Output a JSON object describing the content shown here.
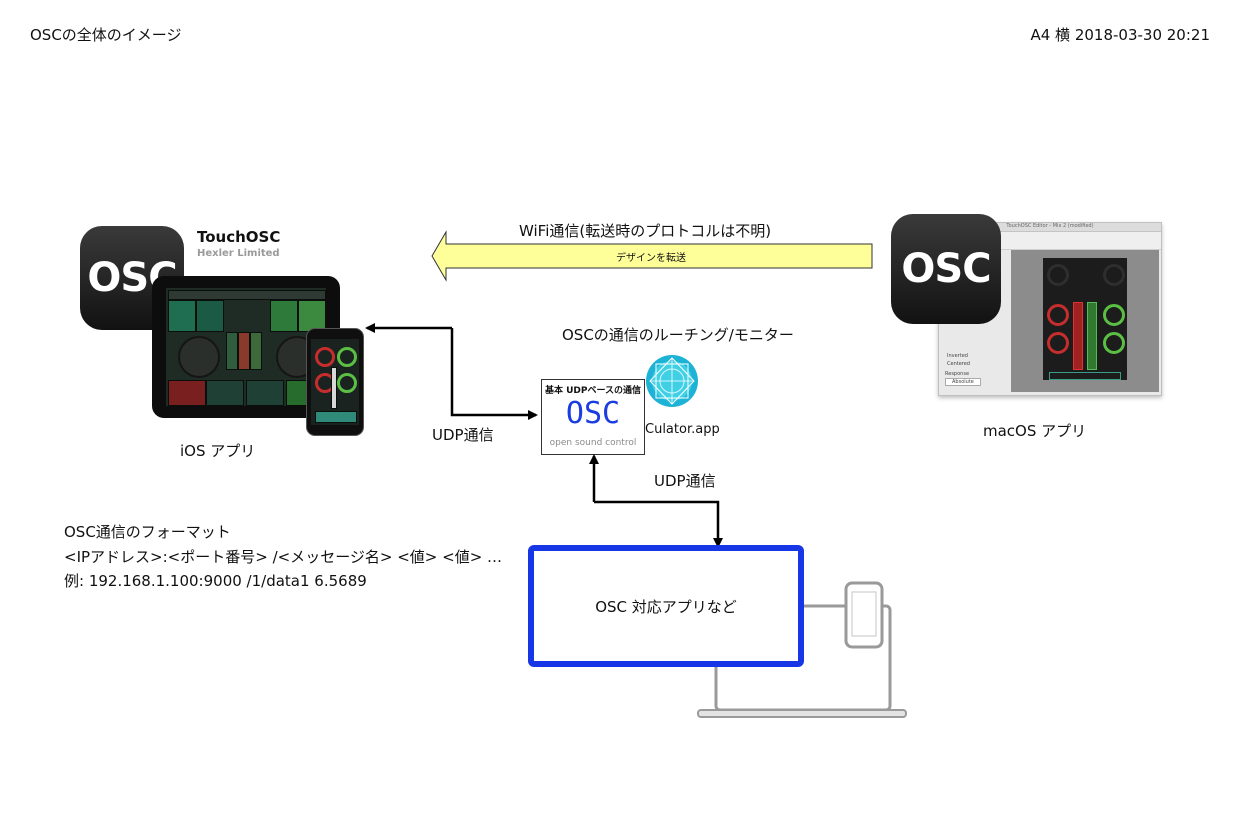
{
  "header": {
    "title": "OSCの全体のイメージ",
    "page_info": "A4 横 2018-03-30 20:21"
  },
  "ios": {
    "app_name": "TouchOSC",
    "developer": "Hexler Limited",
    "icon_text": "OSC",
    "label": "iOS アプリ"
  },
  "mac": {
    "icon_text": "OSC",
    "label": "macOS アプリ",
    "window_title": "TouchOSC Editor - Mix 2 (modified)",
    "options": [
      "Inverted",
      "Centered"
    ],
    "response_label": "Response",
    "response_value": "Absolute"
  },
  "wifi": {
    "label": "WiFi通信(転送時のプロトコルは不明)",
    "arrow_text": "デザインを転送"
  },
  "routing": {
    "title": "OSCの通信のルーチング/モニター",
    "box_header": "基本 UDPベースの通信",
    "box_logo": "OSC",
    "box_sub": "open sound control",
    "app_name": "Culator.app"
  },
  "links": {
    "udp_left": "UDP通信",
    "udp_bottom": "UDP通信"
  },
  "target": {
    "label": "OSC 対応アプリなど"
  },
  "format": {
    "title": "OSC通信のフォーマット",
    "syntax": "<IPアドレス>:<ポート番号> /<メッセージ名> <値> <値> …",
    "example": "例:  192.168.1.100:9000 /1/data1 6.5689"
  },
  "colors": {
    "arrow_fill": "#ffff99",
    "box_border": "#1737e6",
    "osc_logo": "#1a3ce0"
  }
}
